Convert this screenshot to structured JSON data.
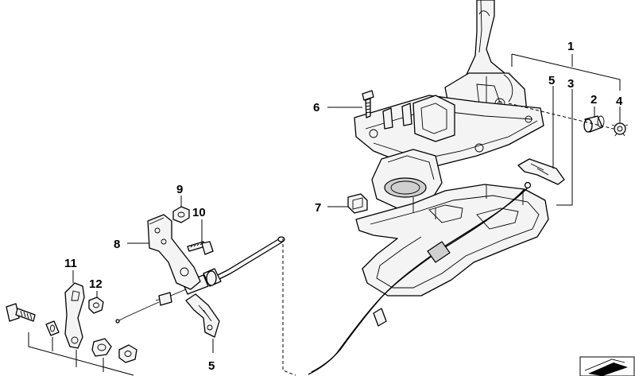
{
  "callouts": [
    {
      "id": "1",
      "label": "1"
    },
    {
      "id": "2",
      "label": "2"
    },
    {
      "id": "3",
      "label": "3"
    },
    {
      "id": "4",
      "label": "4"
    },
    {
      "id": "5a",
      "label": "5"
    },
    {
      "id": "6",
      "label": "6"
    },
    {
      "id": "7",
      "label": "7"
    },
    {
      "id": "8",
      "label": "8"
    },
    {
      "id": "9",
      "label": "9"
    },
    {
      "id": "10",
      "label": "10"
    },
    {
      "id": "11",
      "label": "11"
    },
    {
      "id": "12",
      "label": "12"
    },
    {
      "id": "5b",
      "label": "5"
    }
  ],
  "icons": {
    "corner": "arrow-tab-icon"
  },
  "colors": {
    "ink": "#000000",
    "paper": "#ffffff",
    "fill": "#f4f4f4"
  }
}
